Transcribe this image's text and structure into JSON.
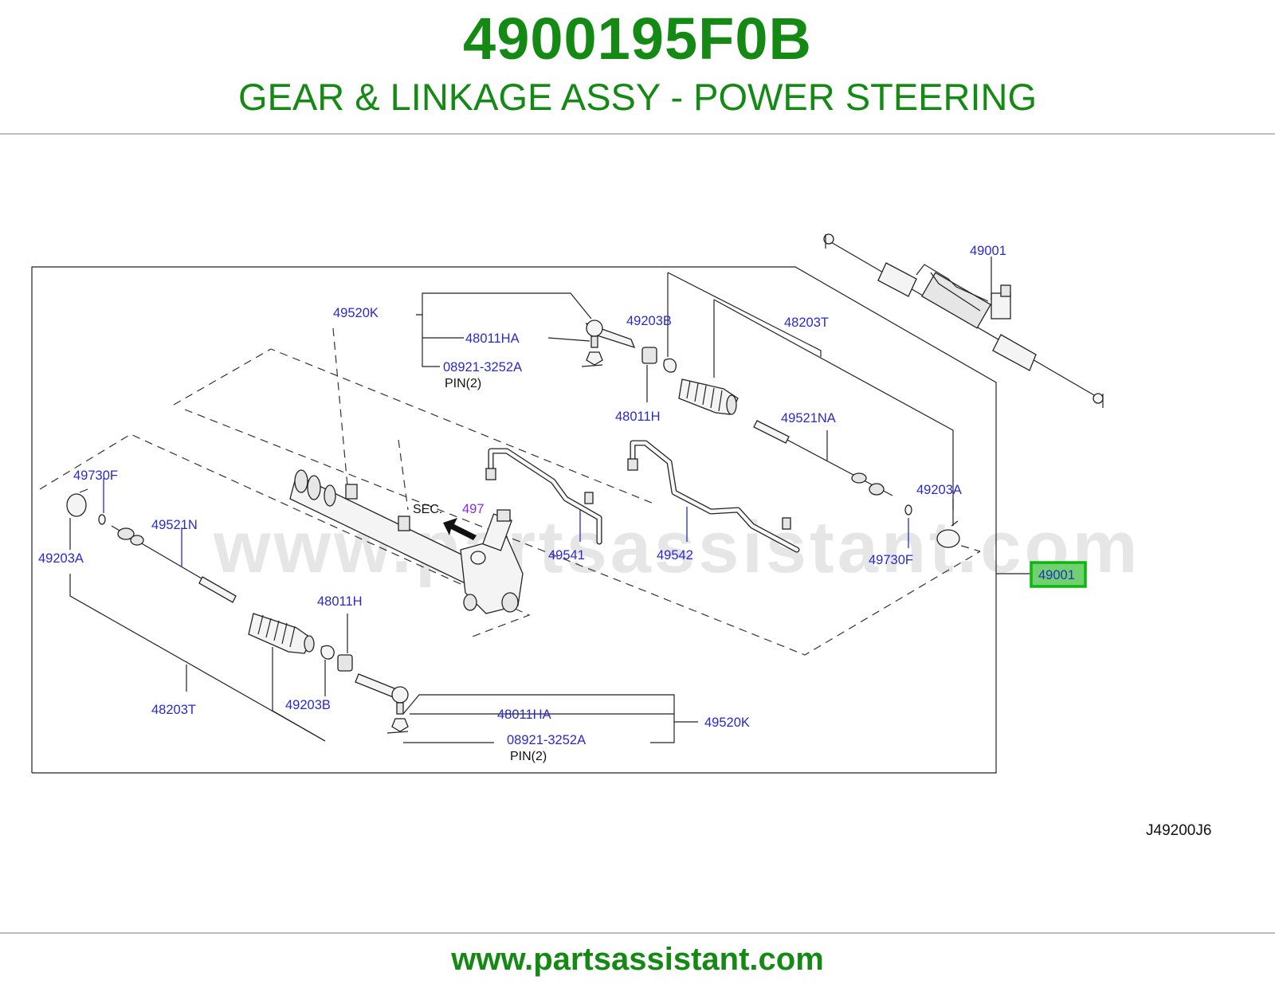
{
  "header": {
    "part_number": "4900195F0B",
    "title": "GEAR & LINKAGE ASSY - POWER STEERING"
  },
  "footer": {
    "url": "www.partsassistant.com"
  },
  "diagram": {
    "watermark": "www.partsassistant.com",
    "code": "J49200J6",
    "highlighted_part": "49001",
    "labels": {
      "l_49001_top": "49001",
      "l_49520k_top": "49520K",
      "l_48011ha_top": "48011HA",
      "l_08921_top": "08921-3252A",
      "l_pin_top": "PIN(2)",
      "l_49203b_top": "49203B",
      "l_48203t_top": "48203T",
      "l_48011h_top": "48011H",
      "l_49521na": "49521NA",
      "l_49203a_right": "49203A",
      "l_49730f_right": "49730F",
      "l_49730f_left": "49730F",
      "l_49521n": "49521N",
      "l_49203a_left": "49203A",
      "l_sec": "SEC.",
      "l_sec_ref": "497",
      "l_49541": "49541",
      "l_49542": "49542",
      "l_48011h_bottom": "48011H",
      "l_48203t_bottom": "48203T",
      "l_49203b_bottom": "49203B",
      "l_48011ha_bottom": "48011HA",
      "l_08921_bottom": "08921-3252A",
      "l_pin_bottom": "PIN(2)",
      "l_49520k_bottom": "49520K"
    }
  }
}
